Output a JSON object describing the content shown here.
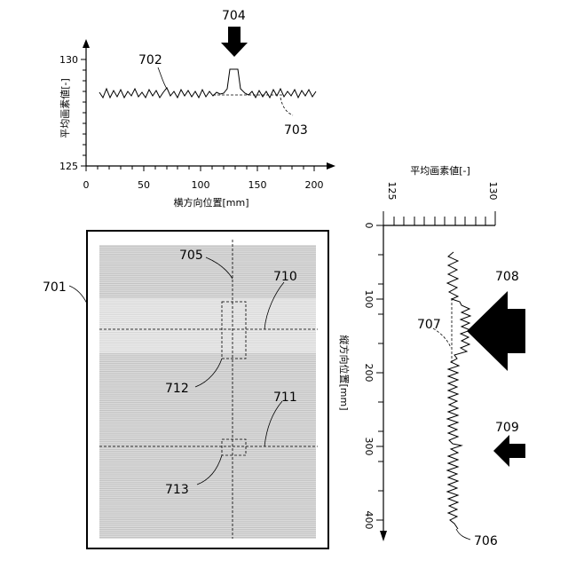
{
  "top_chart": {
    "y_ticks": [
      "130",
      "125"
    ],
    "x_ticks": [
      "0",
      "50",
      "100",
      "150",
      "200"
    ],
    "x_label": "横方向位置[mm]",
    "y_label": "平均画素値[-]"
  },
  "right_chart": {
    "x_ticks": [
      "125",
      "130"
    ],
    "y_ticks": [
      "0",
      "100",
      "200",
      "300",
      "400"
    ],
    "x_label": "平均画素値[-]",
    "y_label": "縦方向位置[mm]"
  },
  "labels": {
    "l701": "701",
    "l702": "702",
    "l703": "703",
    "l704": "704",
    "l705": "705",
    "l706": "706",
    "l707": "707",
    "l708": "708",
    "l709": "709",
    "l710": "710",
    "l711": "711",
    "l712": "712",
    "l713": "713"
  },
  "colors": {
    "line": "#000000",
    "image_gray": "#d4d4d4",
    "image_band": "#e6e6e6"
  }
}
